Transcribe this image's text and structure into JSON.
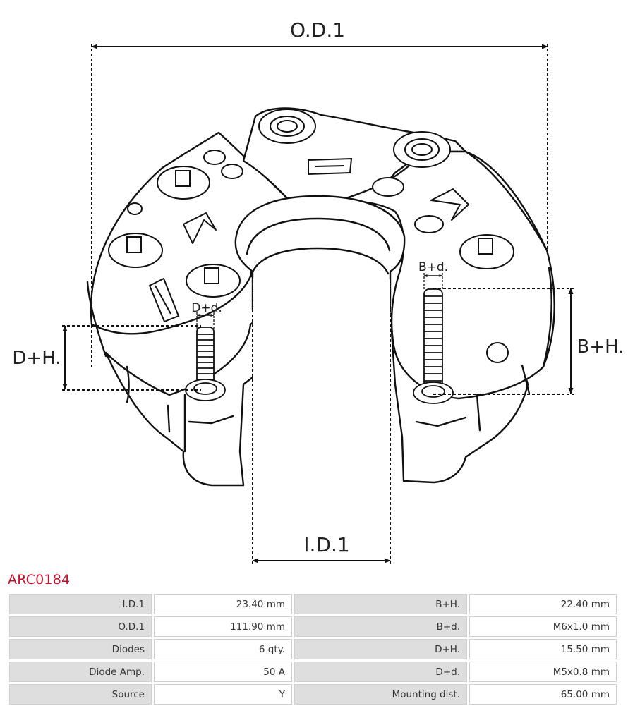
{
  "drawing": {
    "od_label": "O.D.1",
    "id_label": "I.D.1",
    "dh_label": "D+H.",
    "bh_label": "B+H.",
    "dd_label": "D+d.",
    "bd_label": "B+d."
  },
  "part_code": "ARC0184",
  "colors": {
    "part_code": "#c8102e",
    "label_cell": "#dedede"
  },
  "specs": [
    {
      "label": "I.D.1",
      "value": "23.40 mm",
      "label2": "B+H.",
      "value2": "22.40 mm"
    },
    {
      "label": "O.D.1",
      "value": "111.90 mm",
      "label2": "B+d.",
      "value2": "M6x1.0 mm"
    },
    {
      "label": "Diodes",
      "value": "6 qty.",
      "label2": "D+H.",
      "value2": "15.50 mm"
    },
    {
      "label": "Diode Amp.",
      "value": "50 A",
      "label2": "D+d.",
      "value2": "M5x0.8 mm"
    },
    {
      "label": "Source",
      "value": "Y",
      "label2": "Mounting dist.",
      "value2": "65.00 mm"
    }
  ]
}
